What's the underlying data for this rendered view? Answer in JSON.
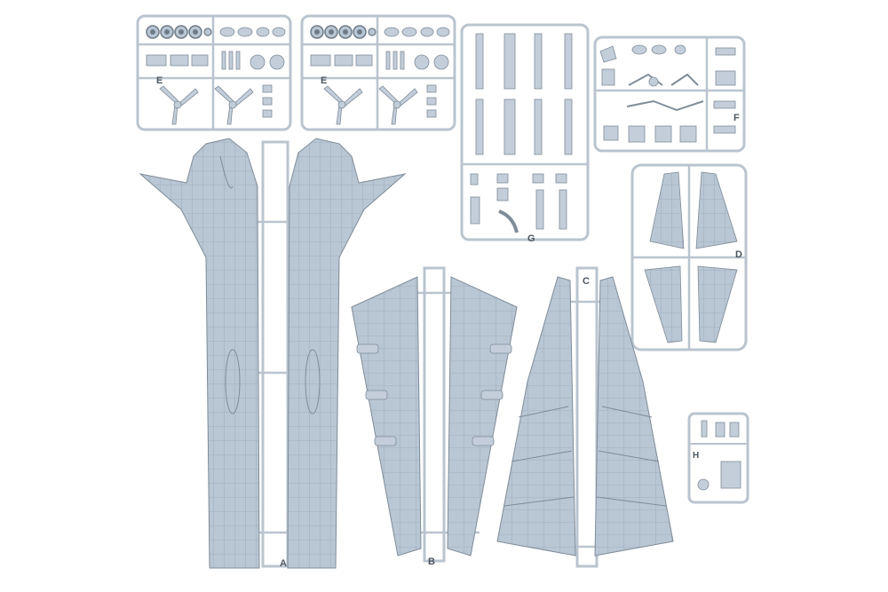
{
  "colors": {
    "background": "#ffffff",
    "plastic": "#cfd8e1",
    "plastic_fill": "#b9c6d3",
    "panel_line": "#7f8c99",
    "outline": "#8a97a4"
  },
  "sprues": [
    {
      "id": "sprue-A",
      "letter": "A",
      "content": "fuselage halves"
    },
    {
      "id": "sprue-B",
      "letter": "B",
      "content": "outer wing panels"
    },
    {
      "id": "sprue-C",
      "letter": "C",
      "content": "inner wing / tail surfaces"
    },
    {
      "id": "sprue-D",
      "letter": "D",
      "content": "stabilizers and rudders"
    },
    {
      "id": "sprue-E1",
      "letter": "E",
      "content": "wheels and propellers"
    },
    {
      "id": "sprue-E2",
      "letter": "E",
      "content": "wheels and propellers"
    },
    {
      "id": "sprue-F",
      "letter": "F",
      "content": "landing gear and details"
    },
    {
      "id": "sprue-G",
      "letter": "G",
      "content": "small parts"
    },
    {
      "id": "sprue-H",
      "letter": "H",
      "content": "small parts"
    }
  ],
  "labels": {
    "a": "A",
    "b": "B",
    "c": "C",
    "d": "D",
    "e1": "E",
    "e2": "E",
    "f": "F",
    "g": "G",
    "h": "H"
  }
}
